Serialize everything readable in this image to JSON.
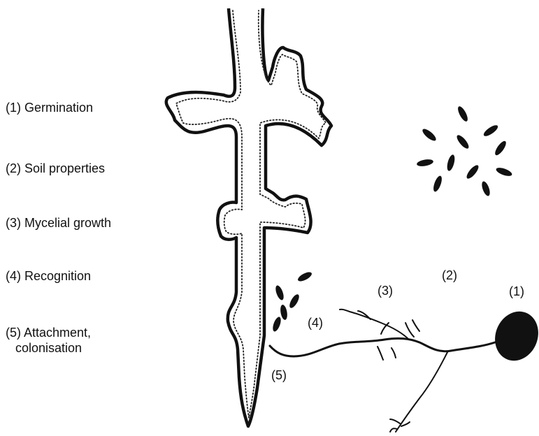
{
  "legend": [
    {
      "text": "(1) Germination"
    },
    {
      "text": "(2) Soil properties"
    },
    {
      "text": "(3) Mycelial growth"
    },
    {
      "text": "(4) Recognition"
    },
    {
      "text": "(5) Attachment,",
      "continuation": "colonisation"
    }
  ],
  "diagram_labels": {
    "germination": "(1)",
    "soil": "(2)",
    "mycelial": "(3)",
    "recognition": "(4)",
    "attachment": "(5)"
  },
  "colors": {
    "ink": "#111111",
    "background": "#ffffff"
  }
}
